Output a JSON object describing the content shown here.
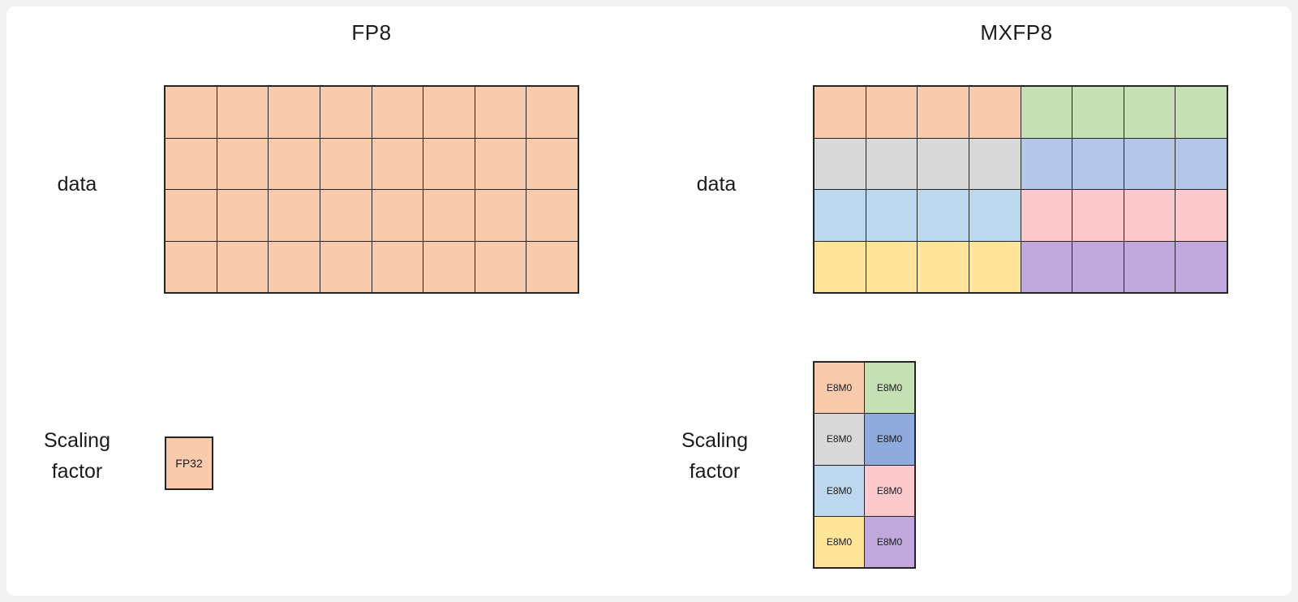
{
  "colors": {
    "orange": "#F8CBAD",
    "green": "#C5E0B4",
    "gray": "#D9D9D9",
    "periwinkle": "#B4C7E7",
    "blue": "#8FAADC",
    "lightblue": "#BDD7EE",
    "pink": "#FCCACD",
    "yellow": "#FFE599",
    "purple": "#C1A8DC",
    "grid_line": "#242424"
  },
  "fp8": {
    "title": "FP8",
    "data_label": "data",
    "scaling_label": "Scaling\nfactor",
    "data_grid": {
      "rows": 4,
      "cols": 8,
      "cell_label": "",
      "cell_colors": [
        [
          "orange",
          "orange",
          "orange",
          "orange",
          "orange",
          "orange",
          "orange",
          "orange"
        ],
        [
          "orange",
          "orange",
          "orange",
          "orange",
          "orange",
          "orange",
          "orange",
          "orange"
        ],
        [
          "orange",
          "orange",
          "orange",
          "orange",
          "orange",
          "orange",
          "orange",
          "orange"
        ],
        [
          "orange",
          "orange",
          "orange",
          "orange",
          "orange",
          "orange",
          "orange",
          "orange"
        ]
      ]
    },
    "scale_cell": {
      "label": "FP32",
      "color": "orange"
    }
  },
  "mxfp8": {
    "title": "MXFP8",
    "data_label": "data",
    "scaling_label": "Scaling\nfactor",
    "data_grid": {
      "rows": 4,
      "cols": 8,
      "cell_label": "",
      "cell_colors": [
        [
          "orange",
          "orange",
          "orange",
          "orange",
          "green",
          "green",
          "green",
          "green"
        ],
        [
          "gray",
          "gray",
          "gray",
          "gray",
          "periwinkle",
          "periwinkle",
          "periwinkle",
          "periwinkle"
        ],
        [
          "lightblue",
          "lightblue",
          "lightblue",
          "lightblue",
          "pink",
          "pink",
          "pink",
          "pink"
        ],
        [
          "yellow",
          "yellow",
          "yellow",
          "yellow",
          "purple",
          "purple",
          "purple",
          "purple"
        ]
      ]
    },
    "scale_grid": {
      "rows": 4,
      "cols": 2,
      "cell_label": "E8M0",
      "cell_colors": [
        [
          "orange",
          "green"
        ],
        [
          "gray",
          "blue"
        ],
        [
          "lightblue",
          "pink"
        ],
        [
          "yellow",
          "purple"
        ]
      ]
    }
  }
}
